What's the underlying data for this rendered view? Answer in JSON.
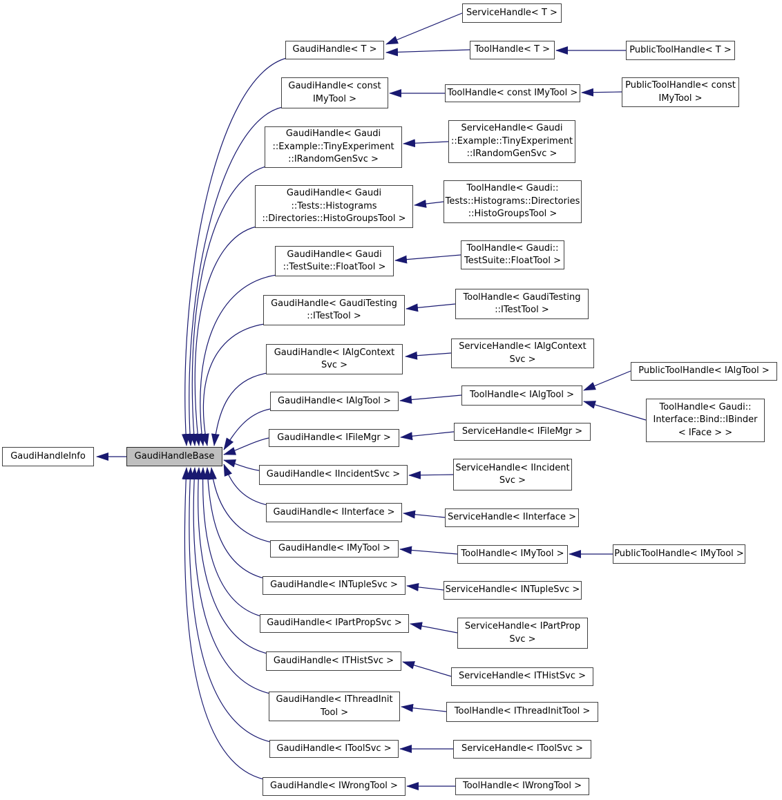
{
  "diagram": {
    "type": "class-inheritance-graph",
    "colors": {
      "edge": "#191970",
      "node_border": "#404040",
      "node_fill": "#ffffff",
      "highlight_fill": "#bfbfbf",
      "text": "#000000",
      "background": "#ffffff"
    },
    "nodes": {
      "info": {
        "label": "GaudiHandleInfo"
      },
      "base": {
        "label": "GaudiHandleBase",
        "highlighted": true
      },
      "gh_t": {
        "label": "GaudiHandle< T >"
      },
      "gh_const": {
        "label": "GaudiHandle< const\nIMyTool >"
      },
      "gh_tiny": {
        "label": "GaudiHandle< Gaudi\n::Example::TinyExperiment\n::IRandomGenSvc >"
      },
      "gh_histo": {
        "label": "GaudiHandle< Gaudi\n::Tests::Histograms\n::Directories::HistoGroupsTool >"
      },
      "gh_float": {
        "label": "GaudiHandle< Gaudi\n::TestSuite::FloatTool >"
      },
      "gh_testtool": {
        "label": "GaudiHandle< GaudiTesting\n::ITestTool >"
      },
      "gh_algctx": {
        "label": "GaudiHandle< IAlgContext\nSvc >"
      },
      "gh_algtool": {
        "label": "GaudiHandle< IAlgTool >"
      },
      "gh_filemgr": {
        "label": "GaudiHandle< IFileMgr >"
      },
      "gh_incident": {
        "label": "GaudiHandle< IIncidentSvc >"
      },
      "gh_iface": {
        "label": "GaudiHandle< IInterface >"
      },
      "gh_imytool": {
        "label": "GaudiHandle< IMyTool >"
      },
      "gh_intuple": {
        "label": "GaudiHandle< INTupleSvc >"
      },
      "gh_partprop": {
        "label": "GaudiHandle< IPartPropSvc >"
      },
      "gh_ithist": {
        "label": "GaudiHandle< ITHistSvc >"
      },
      "gh_threadinit": {
        "label": "GaudiHandle< IThreadInit\nTool >"
      },
      "gh_toolsvc": {
        "label": "GaudiHandle< IToolSvc >"
      },
      "gh_wrongtool": {
        "label": "GaudiHandle< IWrongTool >"
      },
      "sh_t": {
        "label": "ServiceHandle< T >"
      },
      "th_t": {
        "label": "ToolHandle< T >"
      },
      "th_const": {
        "label": "ToolHandle< const IMyTool >"
      },
      "sh_tiny": {
        "label": "ServiceHandle< Gaudi\n::Example::TinyExperiment\n::IRandomGenSvc >"
      },
      "th_histo": {
        "label": "ToolHandle< Gaudi::\nTests::Histograms::Directories\n::HistoGroupsTool >"
      },
      "th_float": {
        "label": "ToolHandle< Gaudi::\nTestSuite::FloatTool >"
      },
      "th_testtool": {
        "label": "ToolHandle< GaudiTesting\n::ITestTool >"
      },
      "sh_algctx": {
        "label": "ServiceHandle< IAlgContext\nSvc >"
      },
      "th_algtool": {
        "label": "ToolHandle< IAlgTool >"
      },
      "sh_filemgr": {
        "label": "ServiceHandle< IFileMgr >"
      },
      "sh_incident": {
        "label": "ServiceHandle< IIncident\nSvc >"
      },
      "sh_iface": {
        "label": "ServiceHandle< IInterface >"
      },
      "th_imytool": {
        "label": "ToolHandle< IMyTool >"
      },
      "sh_intuple": {
        "label": "ServiceHandle< INTupleSvc >"
      },
      "sh_partprop": {
        "label": "ServiceHandle< IPartProp\nSvc >"
      },
      "sh_ithist": {
        "label": "ServiceHandle< ITHistSvc >"
      },
      "th_threadinit": {
        "label": "ToolHandle< IThreadInitTool >"
      },
      "sh_toolsvc": {
        "label": "ServiceHandle< IToolSvc >"
      },
      "th_wrongtool": {
        "label": "ToolHandle< IWrongTool >"
      },
      "pth_t": {
        "label": "PublicToolHandle< T >"
      },
      "pth_const": {
        "label": "PublicToolHandle< const\nIMyTool >"
      },
      "pth_algtool": {
        "label": "PublicToolHandle< IAlgTool >"
      },
      "th_binder": {
        "label": "ToolHandle< Gaudi::\nInterface::Bind::IBinder\n< IFace > >"
      },
      "pth_imytool": {
        "label": "PublicToolHandle< IMyTool >"
      }
    },
    "edges": [
      {
        "from": "base",
        "to": "info"
      },
      {
        "from": "gh_t",
        "to": "base"
      },
      {
        "from": "gh_const",
        "to": "base"
      },
      {
        "from": "gh_tiny",
        "to": "base"
      },
      {
        "from": "gh_histo",
        "to": "base"
      },
      {
        "from": "gh_float",
        "to": "base"
      },
      {
        "from": "gh_testtool",
        "to": "base"
      },
      {
        "from": "gh_algctx",
        "to": "base"
      },
      {
        "from": "gh_algtool",
        "to": "base"
      },
      {
        "from": "gh_filemgr",
        "to": "base"
      },
      {
        "from": "gh_incident",
        "to": "base"
      },
      {
        "from": "gh_iface",
        "to": "base"
      },
      {
        "from": "gh_imytool",
        "to": "base"
      },
      {
        "from": "gh_intuple",
        "to": "base"
      },
      {
        "from": "gh_partprop",
        "to": "base"
      },
      {
        "from": "gh_ithist",
        "to": "base"
      },
      {
        "from": "gh_threadinit",
        "to": "base"
      },
      {
        "from": "gh_toolsvc",
        "to": "base"
      },
      {
        "from": "gh_wrongtool",
        "to": "base"
      },
      {
        "from": "sh_t",
        "to": "gh_t"
      },
      {
        "from": "th_t",
        "to": "gh_t"
      },
      {
        "from": "th_const",
        "to": "gh_const"
      },
      {
        "from": "sh_tiny",
        "to": "gh_tiny"
      },
      {
        "from": "th_histo",
        "to": "gh_histo"
      },
      {
        "from": "th_float",
        "to": "gh_float"
      },
      {
        "from": "th_testtool",
        "to": "gh_testtool"
      },
      {
        "from": "sh_algctx",
        "to": "gh_algctx"
      },
      {
        "from": "th_algtool",
        "to": "gh_algtool"
      },
      {
        "from": "sh_filemgr",
        "to": "gh_filemgr"
      },
      {
        "from": "sh_incident",
        "to": "gh_incident"
      },
      {
        "from": "sh_iface",
        "to": "gh_iface"
      },
      {
        "from": "th_imytool",
        "to": "gh_imytool"
      },
      {
        "from": "sh_intuple",
        "to": "gh_intuple"
      },
      {
        "from": "sh_partprop",
        "to": "gh_partprop"
      },
      {
        "from": "sh_ithist",
        "to": "gh_ithist"
      },
      {
        "from": "th_threadinit",
        "to": "gh_threadinit"
      },
      {
        "from": "sh_toolsvc",
        "to": "gh_toolsvc"
      },
      {
        "from": "th_wrongtool",
        "to": "gh_wrongtool"
      },
      {
        "from": "pth_t",
        "to": "th_t"
      },
      {
        "from": "pth_const",
        "to": "th_const"
      },
      {
        "from": "pth_algtool",
        "to": "th_algtool"
      },
      {
        "from": "th_binder",
        "to": "th_algtool"
      },
      {
        "from": "pth_imytool",
        "to": "th_imytool"
      }
    ]
  }
}
